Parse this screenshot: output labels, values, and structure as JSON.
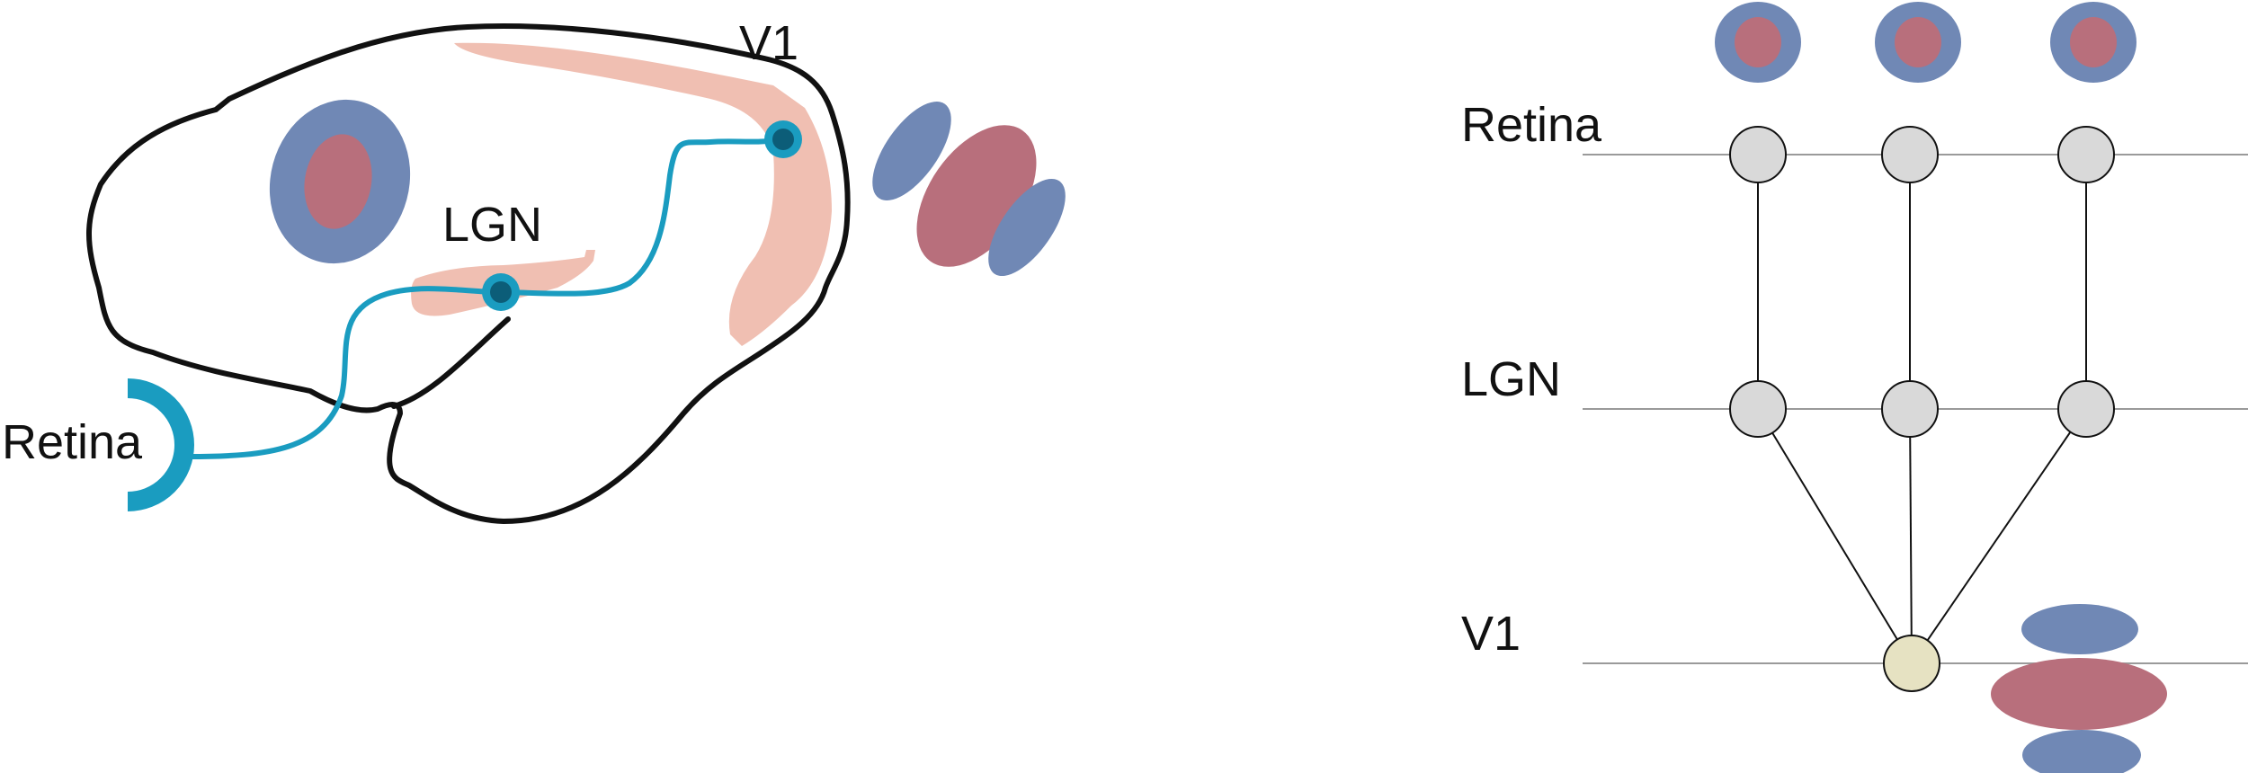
{
  "left_panel": {
    "labels": {
      "v1": "V1",
      "lgn": "LGN",
      "retina": "Retina"
    }
  },
  "right_panel": {
    "layers": {
      "retina": "Retina",
      "lgn": "LGN",
      "v1": "V1"
    }
  },
  "colors": {
    "brain_outline": "#111111",
    "pathway": "#1a9cc0",
    "cortex_region": "#f0bfb2",
    "field_surround": "#7088b5",
    "field_center": "#b86f7c",
    "neuron_node": "#d9d9d9",
    "v1_node": "#e6e2c2",
    "layer_line": "#9a9a9a"
  }
}
